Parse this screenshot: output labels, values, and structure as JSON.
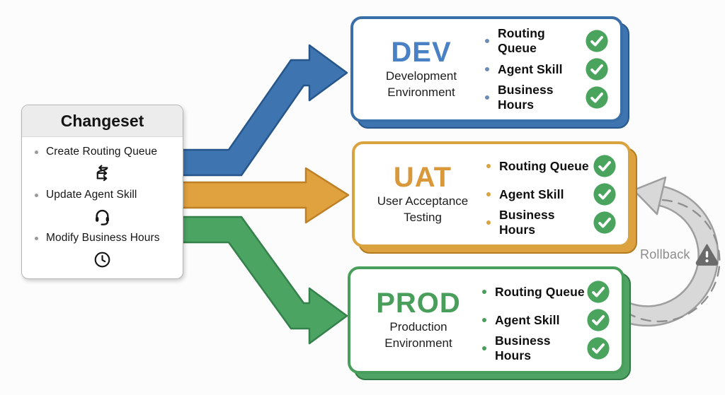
{
  "diagram": {
    "changeset": {
      "title": "Changeset",
      "items": [
        {
          "label": "Create Routing Queue",
          "icon": "route-icon"
        },
        {
          "label": "Update Agent Skill",
          "icon": "headset-icon"
        },
        {
          "label": "Modify Business Hours",
          "icon": "clock-icon"
        }
      ]
    },
    "environments": [
      {
        "code": "DEV",
        "name": "Development Environment",
        "accent": "#4a80c4",
        "items": [
          {
            "label": "Routing Queue",
            "checked": true
          },
          {
            "label": "Agent Skill",
            "checked": true
          },
          {
            "label": "Business Hours",
            "checked": true
          }
        ]
      },
      {
        "code": "UAT",
        "name": "User Acceptance Testing",
        "accent": "#d9993b",
        "items": [
          {
            "label": "Routing Queue",
            "checked": true
          },
          {
            "label": "Agent Skill",
            "checked": true
          },
          {
            "label": "Business Hours",
            "checked": true
          }
        ]
      },
      {
        "code": "PROD",
        "name": "Production Environment",
        "accent": "#4a9e5c",
        "items": [
          {
            "label": "Routing Queue",
            "checked": true
          },
          {
            "label": "Agent Skill",
            "checked": true
          },
          {
            "label": "Business Hours",
            "checked": true
          }
        ]
      }
    ],
    "rollback": {
      "label": "Rollback",
      "icon": "warning-icon"
    },
    "colors": {
      "arrow_dev_blue": "#3e74b0",
      "arrow_uat_gold": "#e0a23e",
      "arrow_prod_green": "#4ca463",
      "check_green": "#4aa45e",
      "rollback_gray": "#d8d8d8",
      "warning_gray": "#6b6b6b",
      "panel_header_gray": "#ececec"
    }
  }
}
